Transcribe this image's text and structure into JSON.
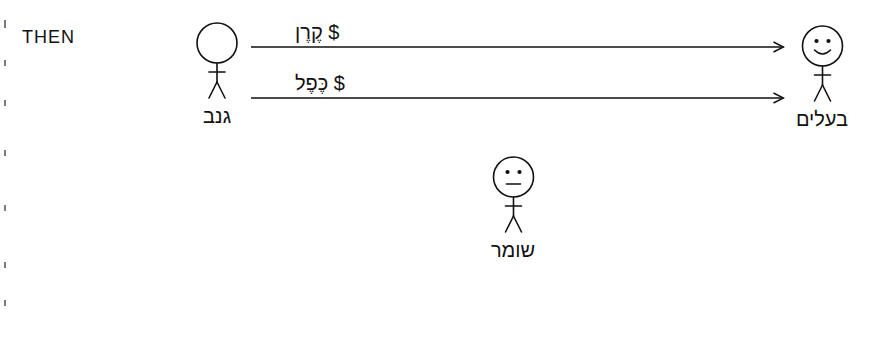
{
  "diagram": {
    "nodes": [
      {
        "text": [
          "גנב"
        ]
      },
      {
        "text": [
          "בעלים"
        ]
      },
      {
        "text": [
          "שומר"
        ]
      }
    ],
    "edges": [
      {
        "from": 0,
        "to": 1,
        "arrow": "to",
        "label": "קֶרֶן $"
      },
      {
        "from": 0,
        "to": 1,
        "arrow": "to",
        "label": "כֶּפֶל $"
      }
    ],
    "labels": [
      "THEN"
    ]
  }
}
